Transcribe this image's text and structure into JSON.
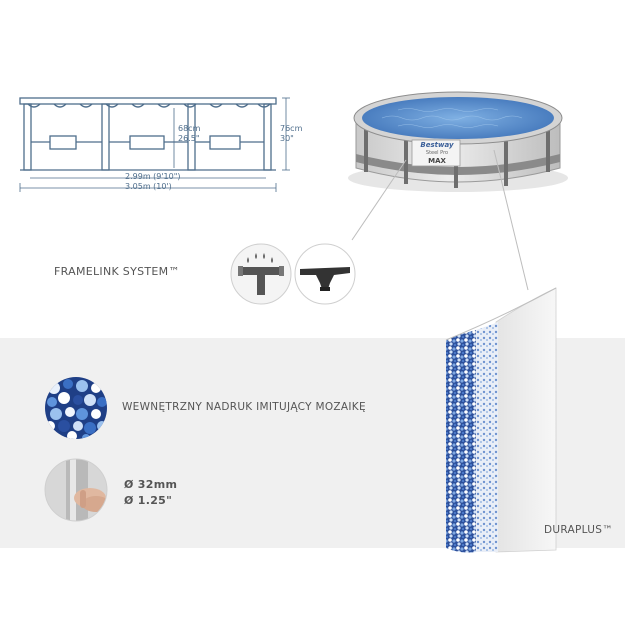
{
  "dimensions": {
    "inner_width": "2.99m (9'10\")",
    "outer_width": "3.05m (10')",
    "inner_height_cm": "68cm",
    "inner_height_in": "26.5\"",
    "outer_height_cm": "76cm",
    "outer_height_in": "30\""
  },
  "pool_badge": {
    "brand": "Bestway",
    "line": "Steel Pro",
    "model": "MAX"
  },
  "framelink": {
    "label": "FRAMELINK SYSTEM™"
  },
  "features": {
    "mosaic_label": "WEWNĘTRZNY NADRUK IMITUJĄCY MOZAIKĘ",
    "pipe_diameter_mm": "Ø 32mm",
    "pipe_diameter_in": "Ø 1.25\""
  },
  "duraplus": {
    "label": "DURAPLUS™"
  },
  "colors": {
    "diagram_line": "#4f6e8c",
    "grey_band": "#f0f0f0",
    "text": "#555555",
    "pool_water": "#3f73b8"
  }
}
